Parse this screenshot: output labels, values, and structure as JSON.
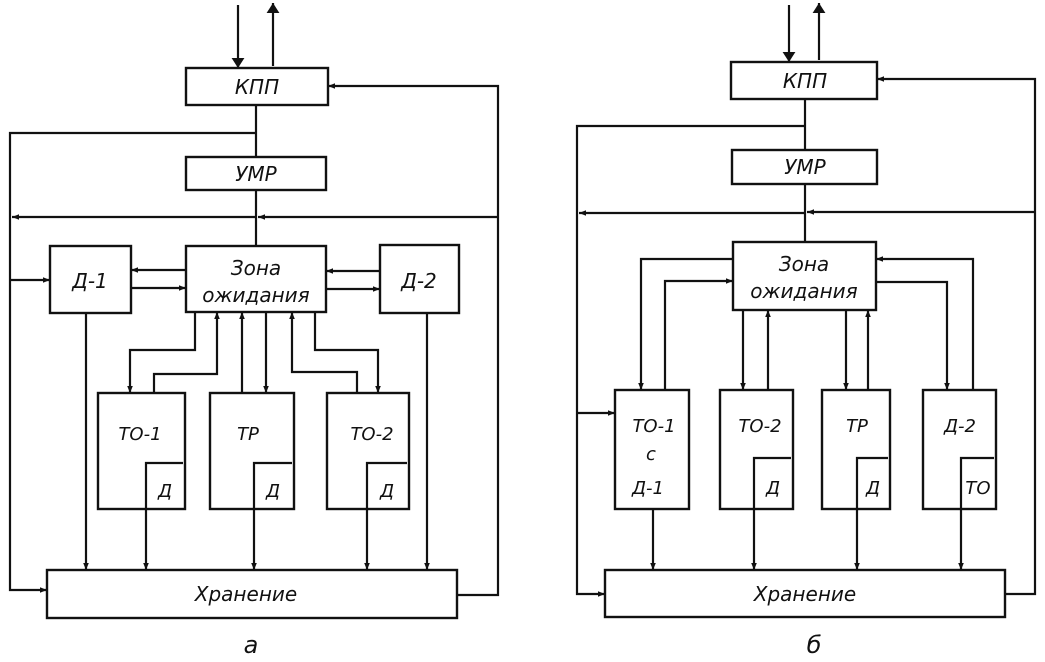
{
  "diagram": {
    "panels": [
      {
        "id": "a",
        "caption": "а",
        "blocks": {
          "kpp": "КПП",
          "umr": "УМР",
          "zone_line1": "Зона",
          "zone_line2": "ожидания",
          "d1": "Д-1",
          "d2": "Д-2",
          "to1": "ТО-1",
          "tr": "ТР",
          "to2": "ТО-2",
          "sub_d": "Д",
          "storage": "Хранение"
        }
      },
      {
        "id": "b",
        "caption": "б",
        "blocks": {
          "kpp": "КПП",
          "umr": "УМР",
          "zone_line1": "Зона",
          "zone_line2": "ожидания",
          "to1_line1": "ТО-1",
          "to1_line2": "с",
          "to1_line3": "Д-1",
          "to2": "ТО-2",
          "tr": "ТР",
          "d2": "Д-2",
          "sub_d": "Д",
          "sub_to": "ТО",
          "storage": "Хранение"
        }
      }
    ]
  }
}
